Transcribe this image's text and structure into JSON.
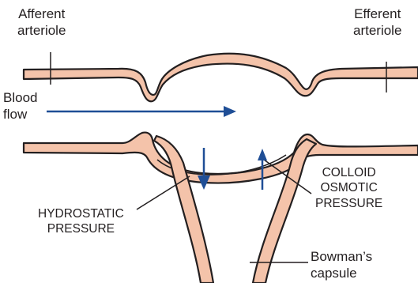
{
  "labels": {
    "afferent": [
      "Afferent",
      "arteriole"
    ],
    "efferent": [
      "Efferent",
      "arteriole"
    ],
    "blood_flow": [
      "Blood",
      "flow"
    ],
    "colloid": [
      "COLLOID",
      "OSMOTIC",
      "PRESSURE"
    ],
    "hydrostatic": [
      "HYDROSTATIC",
      "PRESSURE"
    ],
    "bowman": [
      "Bowman’s",
      "capsule"
    ]
  },
  "colors": {
    "tissue_fill": "#f4c3aa",
    "outline": "#231f20",
    "arrow": "#1f4e96",
    "background": "#ffffff"
  }
}
